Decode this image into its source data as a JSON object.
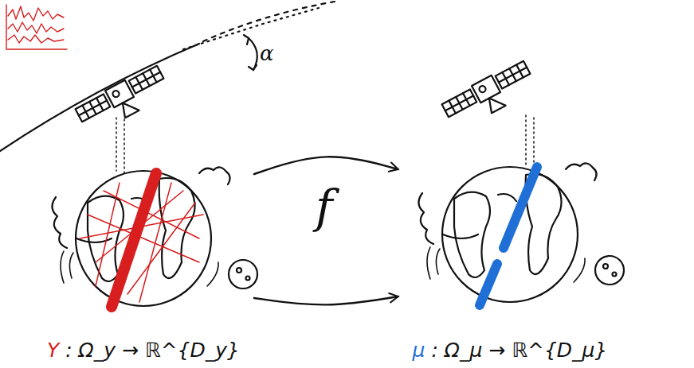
{
  "diagram": {
    "nodes": [
      {
        "text": [
          "Y : Ω_y → ℝ^{D_y}"
        ]
      },
      {
        "text": [
          "μ : Ω_μ → ℝ^{D_μ}"
        ]
      }
    ],
    "edges": [
      {
        "from": 0,
        "to": 1,
        "arrow": "to"
      },
      {
        "from": 0,
        "to": 1,
        "arrow": "to"
      }
    ],
    "labels": [
      "α",
      "f"
    ]
  }
}
